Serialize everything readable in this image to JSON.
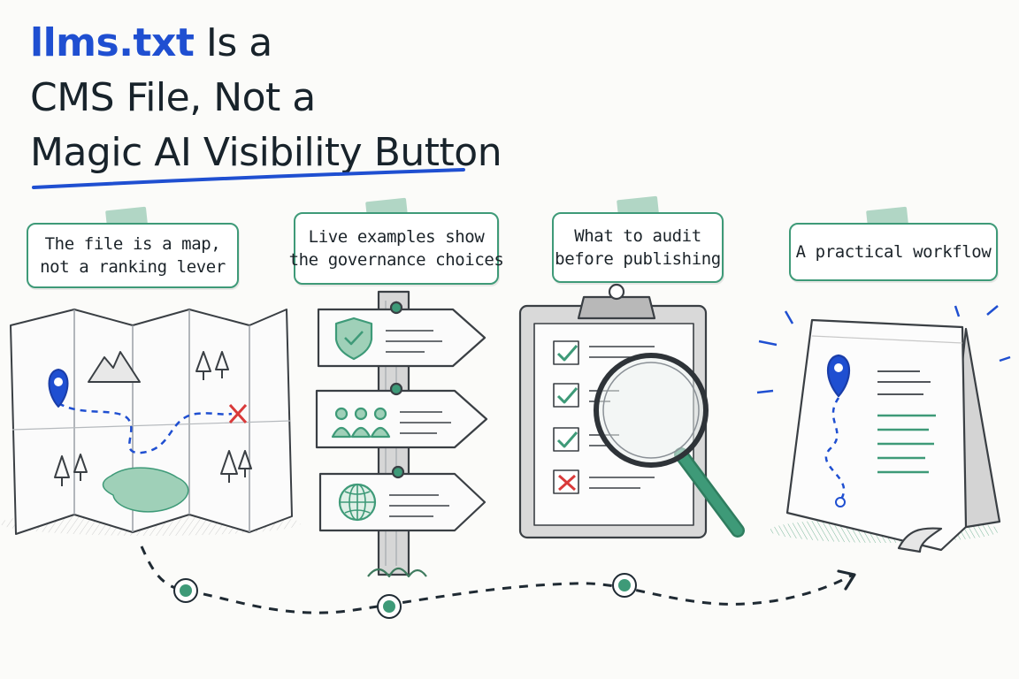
{
  "title": {
    "highlight": "llms.txt",
    "line1_rest": " Is a",
    "line2": "CMS File, Not a",
    "line3": "Magic AI Visibility Button"
  },
  "steps": [
    {
      "line1": "The file is a map,",
      "line2": "not a ranking lever",
      "icon": "map-icon"
    },
    {
      "line1": "Live examples show",
      "line2": "the governance choices",
      "icon": "signpost-icon"
    },
    {
      "line1": "What to audit",
      "line2": "before publishing",
      "icon": "clipboard-checklist-icon"
    },
    {
      "line1": "A practical workflow",
      "line2": "",
      "icon": "workflow-document-icon"
    }
  ],
  "colors": {
    "accent_blue": "#1f4fd1",
    "accent_green": "#3e9a78",
    "ink": "#18232b",
    "error_red": "#d93a3a"
  }
}
